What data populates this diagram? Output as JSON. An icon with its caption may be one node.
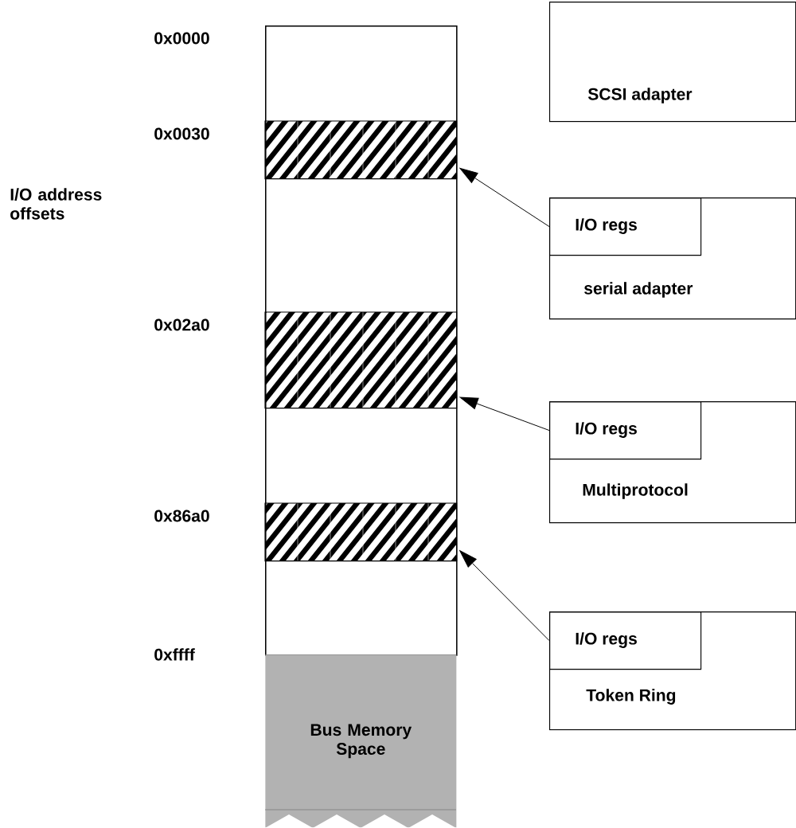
{
  "diagram": {
    "nodes": [
      {
        "text": [],
        "shape": "box"
      },
      {
        "text": [],
        "shape": "bar",
        "in": 0
      },
      {
        "text": [],
        "shape": "bar",
        "in": 0
      },
      {
        "text": [],
        "shape": "bar",
        "in": 0
      },
      {
        "text": [
          "Bus Memory Space"
        ]
      },
      {
        "text": [
          "SCSI adapter"
        ]
      },
      {
        "text": [
          "serial adapter"
        ]
      },
      {
        "text": [
          "I/O regs"
        ],
        "in": 6
      },
      {
        "text": [
          "Multiprotocol"
        ]
      },
      {
        "text": [
          "I/O regs"
        ],
        "in": 8
      },
      {
        "text": [
          "Token Ring"
        ]
      },
      {
        "text": [
          "I/O regs"
        ],
        "in": 10
      }
    ],
    "edges": [
      {
        "from": 7,
        "to": 1,
        "arrow": "to"
      },
      {
        "from": 9,
        "to": 2,
        "arrow": "to"
      },
      {
        "from": 11,
        "to": 3,
        "arrow": "to"
      }
    ],
    "labels": [
      "0x0000",
      "0x0030",
      "I/O address offsets",
      "0x02a0",
      "0x86a0",
      "0xffff"
    ]
  }
}
